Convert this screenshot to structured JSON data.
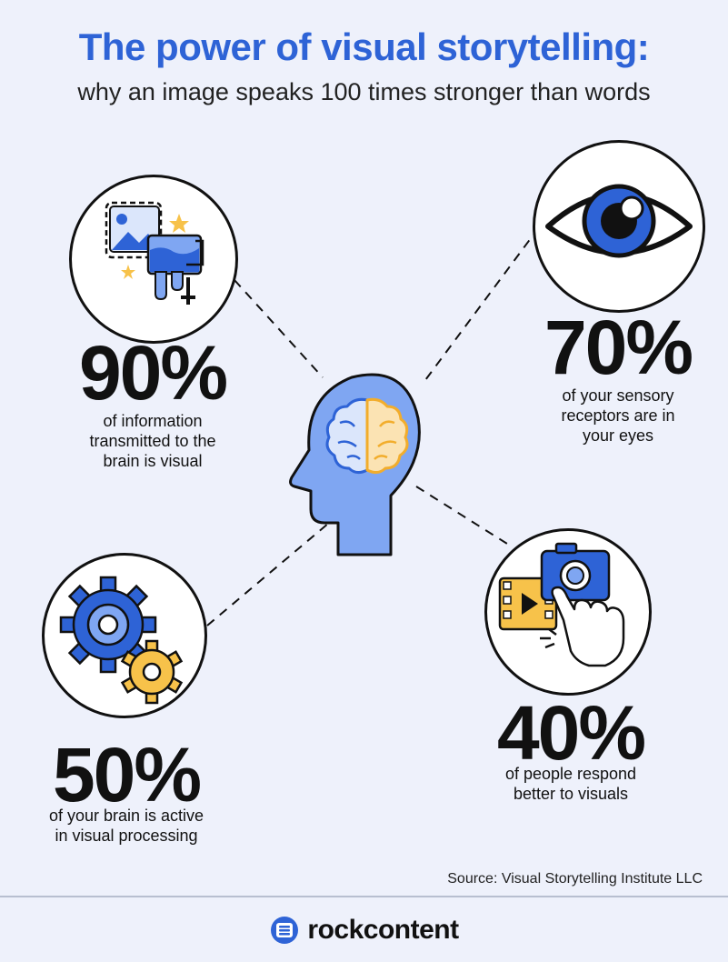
{
  "header": {
    "title": "The power of visual storytelling:",
    "subtitle": "why an image speaks 100 times stronger than words"
  },
  "stats": [
    {
      "value": "90%",
      "description_lines": [
        "of information",
        "transmitted to the",
        "brain is visual"
      ],
      "icon": "image-painting-icon"
    },
    {
      "value": "70%",
      "description_lines": [
        "of your sensory",
        "receptors are in",
        "your eyes"
      ],
      "icon": "eye-icon"
    },
    {
      "value": "50%",
      "description_lines": [
        "of your brain is active",
        "in visual processing"
      ],
      "icon": "gears-icon"
    },
    {
      "value": "40%",
      "description_lines": [
        "of people respond",
        "better to visuals"
      ],
      "icon": "camera-hand-icon"
    }
  ],
  "center_icon": "head-brain-icon",
  "source": "Source: Visual Storytelling Institute LLC",
  "footer": {
    "brand": "rockcontent",
    "logo_icon": "rockcontent-logo-icon"
  },
  "colors": {
    "accent_blue": "#2e63d6",
    "light_blue": "#7fa6f2",
    "yellow": "#f7c24a",
    "background": "#eef1fb"
  }
}
